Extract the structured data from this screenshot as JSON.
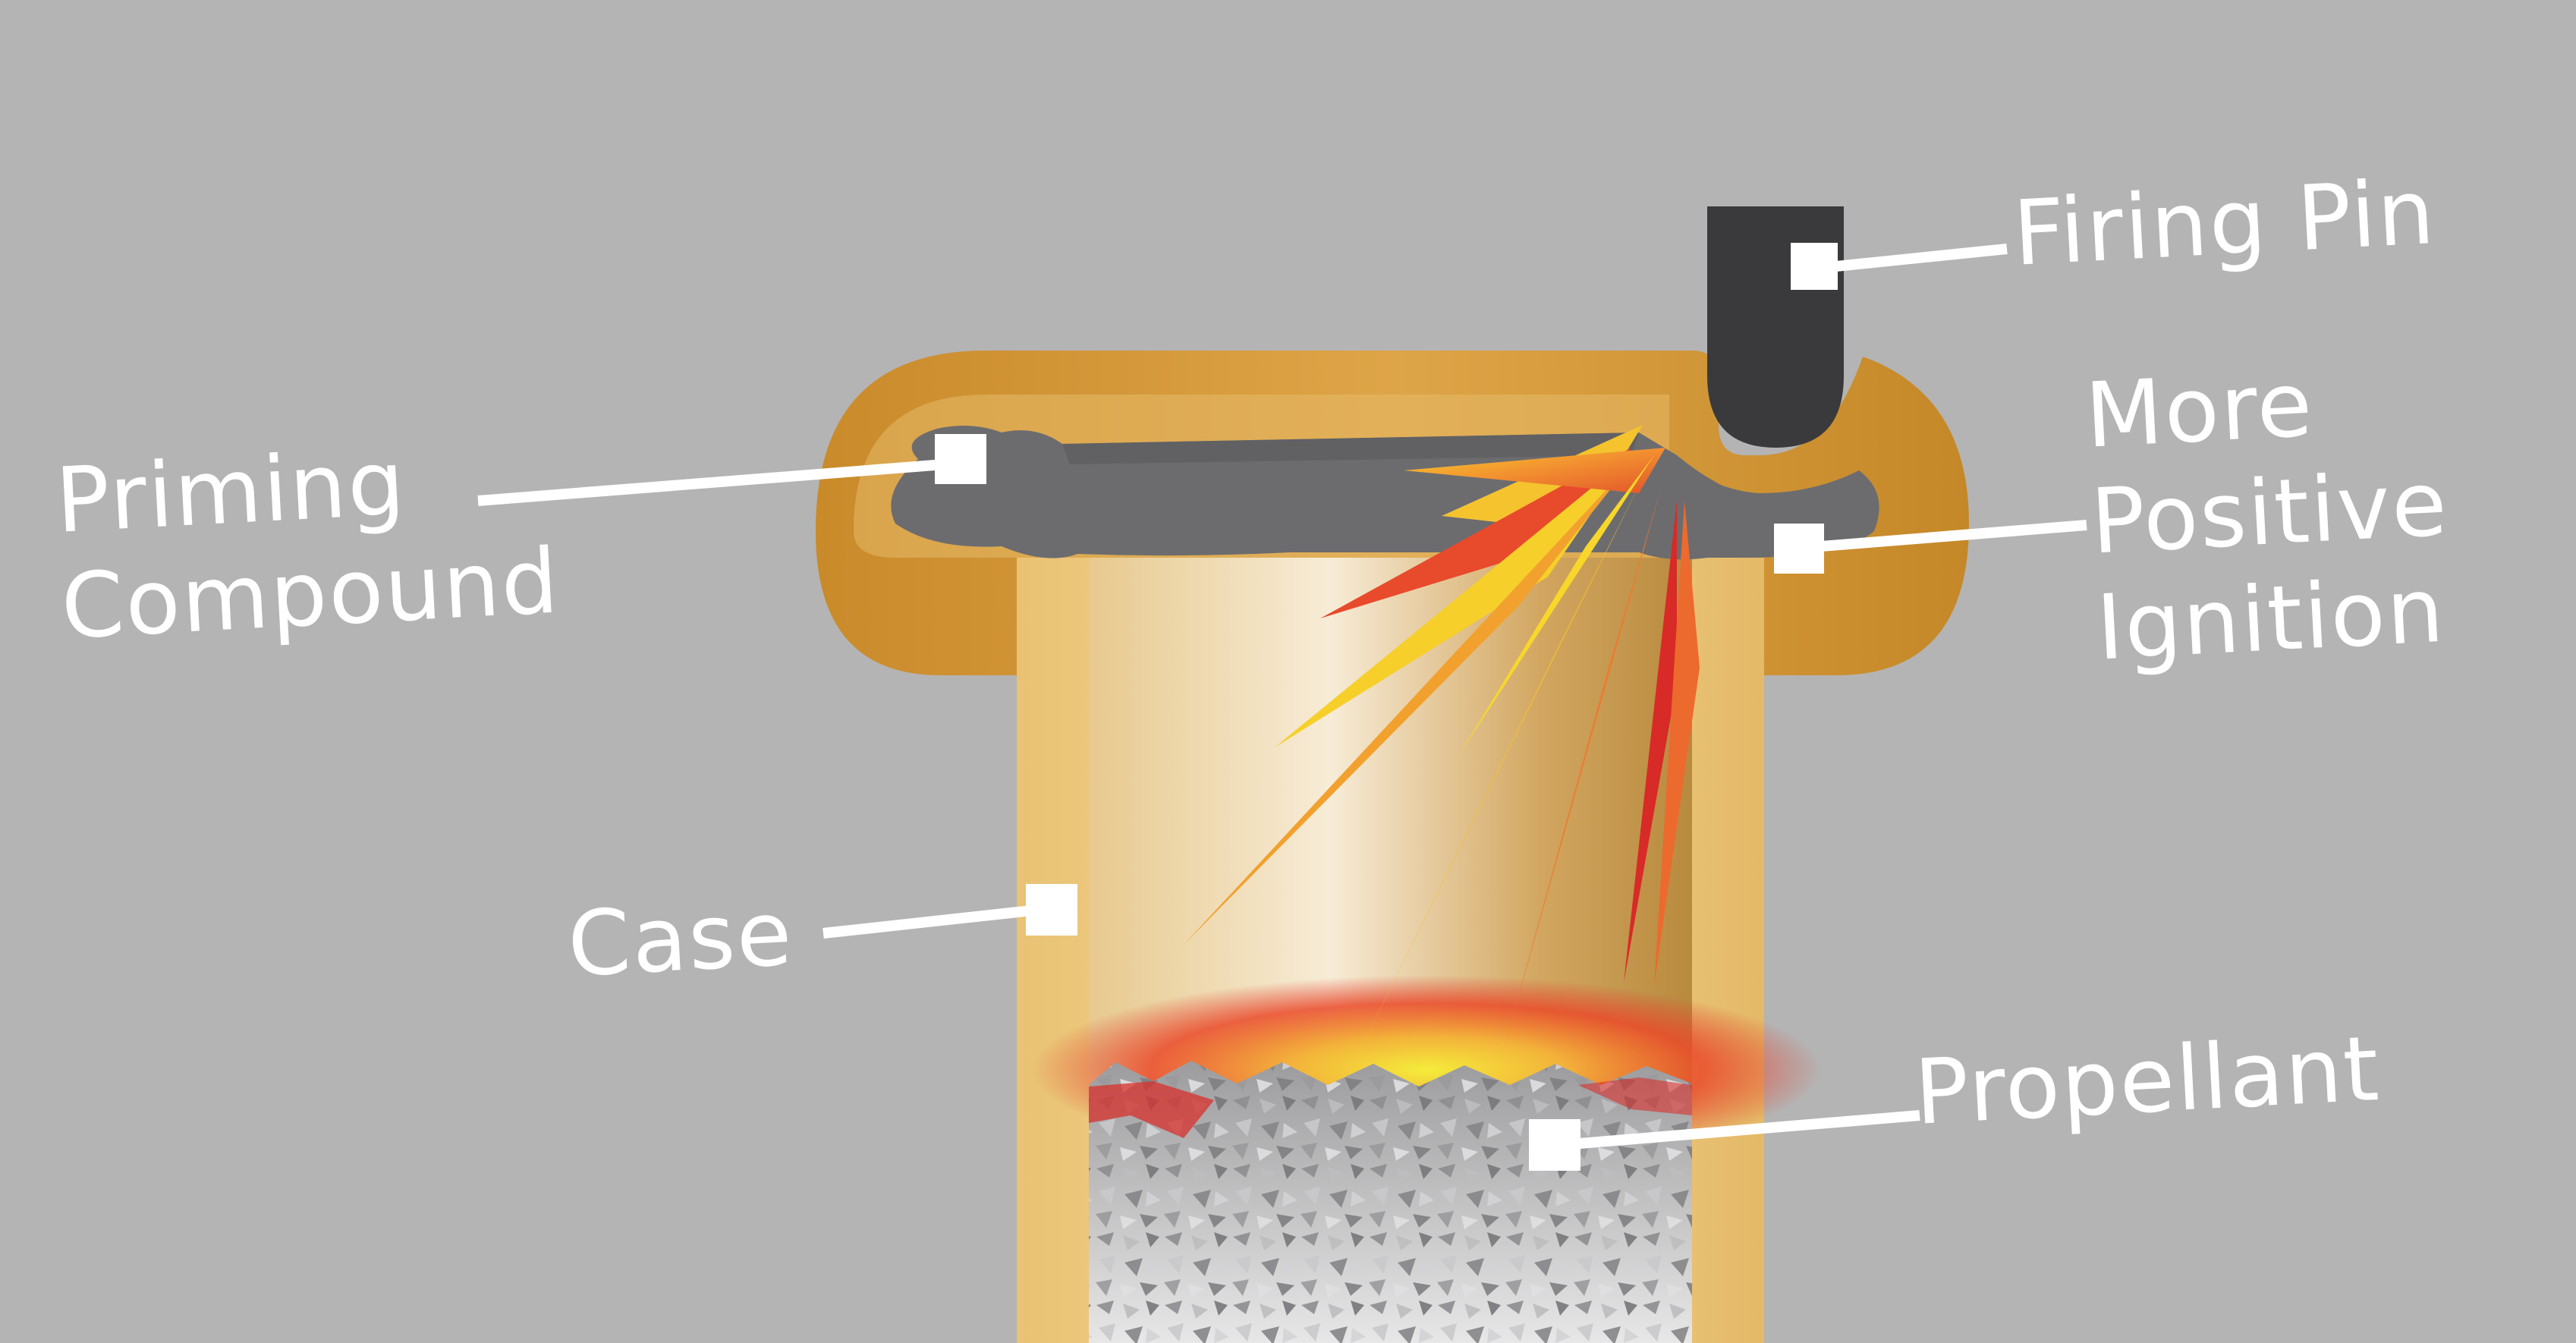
{
  "labels": {
    "firing_pin": "Firing Pin",
    "priming_compound": "Priming\nCompound",
    "more_positive_ignition": "More\nPositive\nIgnition",
    "case": "Case",
    "propellant": "Propellant"
  },
  "colors": {
    "background": "#b4b4b4",
    "brass": "#c9922e",
    "brass_light": "#efd08c",
    "firing_pin": "#3a3a3c",
    "priming_compound": "#6e6e70",
    "flame_orange": "#f08a2c",
    "flame_yellow": "#f8c52a",
    "flame_red": "#d22626",
    "label_text": "#ffffff"
  }
}
